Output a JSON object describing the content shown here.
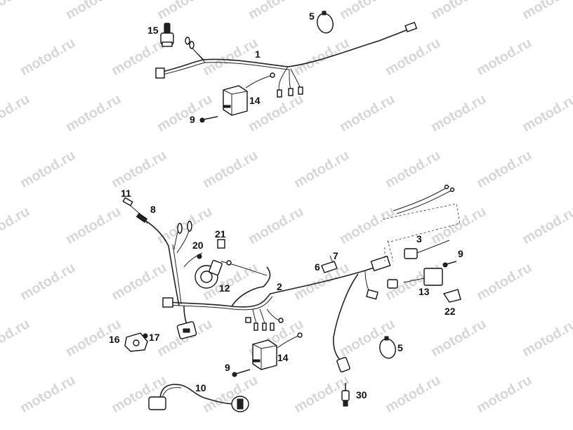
{
  "watermark": "motod.ru",
  "callouts": {
    "c1": "1",
    "c2": "2",
    "c3": "3",
    "c5a": "5",
    "c5b": "5",
    "c6": "6",
    "c7": "7",
    "c8": "8",
    "c9a": "9",
    "c9b": "9",
    "c9c": "9",
    "c10": "10",
    "c11": "11",
    "c12": "12",
    "c13": "13",
    "c14a": "14",
    "c14b": "14",
    "c15": "15",
    "c16": "16",
    "c17": "17",
    "c20": "20",
    "c21": "21",
    "c22": "22",
    "c30": "30"
  }
}
